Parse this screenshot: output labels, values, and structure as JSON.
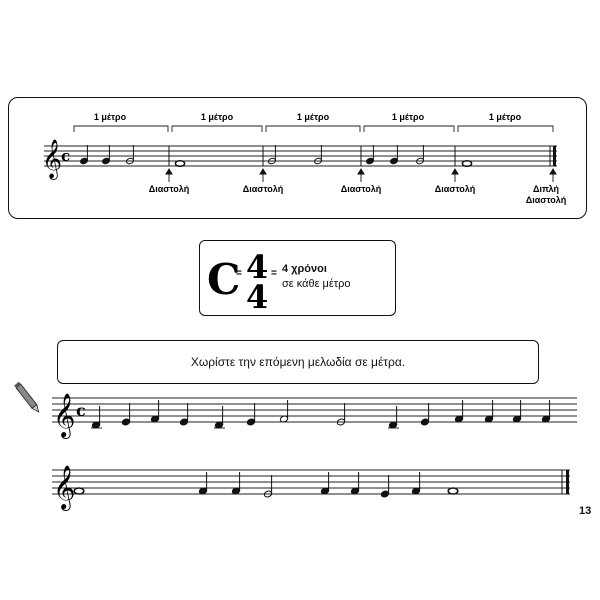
{
  "top_example": {
    "measure_labels": [
      "1 μέτρο",
      "1 μέτρο",
      "1 μέτρο",
      "1 μέτρο",
      "1 μέτρο"
    ],
    "barline_labels": [
      "Διαστολή",
      "Διαστολή",
      "Διαστολή",
      "Διαστολή"
    ],
    "double_barline_label_line1": "Διπλή",
    "double_barline_label_line2": "Διαστολή"
  },
  "time_signature": {
    "common_time_symbol": "C",
    "equals": "=",
    "numerator": "4",
    "denominator": "4",
    "description_line1": "4 χρόνοι",
    "description_line2": "σε κάθε μέτρο"
  },
  "exercise": {
    "instruction": "Χωρίστε την επόμενη μελωδία σε μέτρα."
  },
  "page_number": "13"
}
